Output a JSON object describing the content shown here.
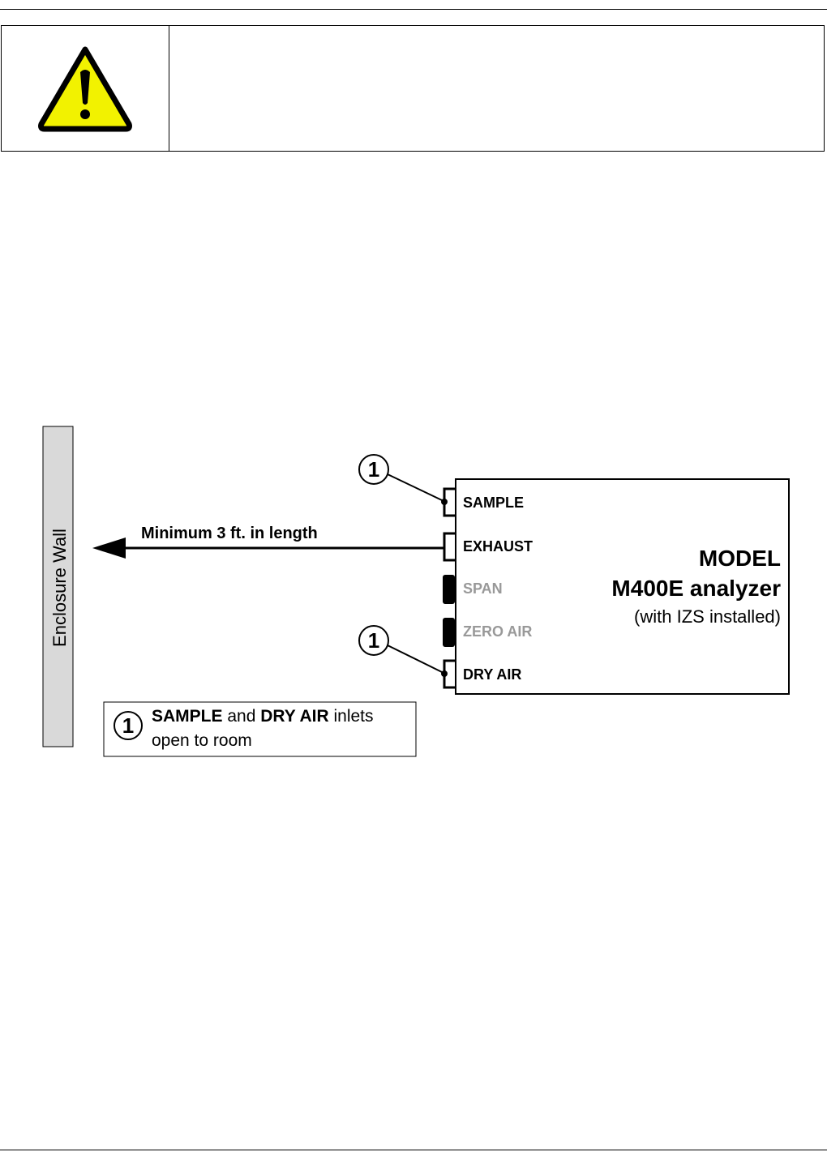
{
  "warning": {
    "icon": "warning-triangle-icon",
    "text": ""
  },
  "diagram": {
    "wall_label": "Enclosure Wall",
    "exhaust_line_label": "Minimum 3 ft. in length",
    "callout_number": "1",
    "analyzer": {
      "title_line1": "MODEL",
      "title_line2": "M400E analyzer",
      "title_line3": "(with IZS installed)"
    },
    "ports": [
      {
        "label": "SAMPLE",
        "state": "open"
      },
      {
        "label": "EXHAUST",
        "state": "connected"
      },
      {
        "label": "SPAN",
        "state": "capped"
      },
      {
        "label": "ZERO AIR",
        "state": "capped"
      },
      {
        "label": "DRY AIR",
        "state": "open"
      }
    ],
    "legend": {
      "number": "1",
      "bold1": "SAMPLE",
      "text1": " and ",
      "bold2": "DRY AIR",
      "text2": " inlets",
      "line2": "open to room"
    },
    "colors": {
      "wall_fill": "#d9d9d9",
      "icon_yellow": "#f2f200",
      "inactive_port_text": "#999999"
    }
  }
}
